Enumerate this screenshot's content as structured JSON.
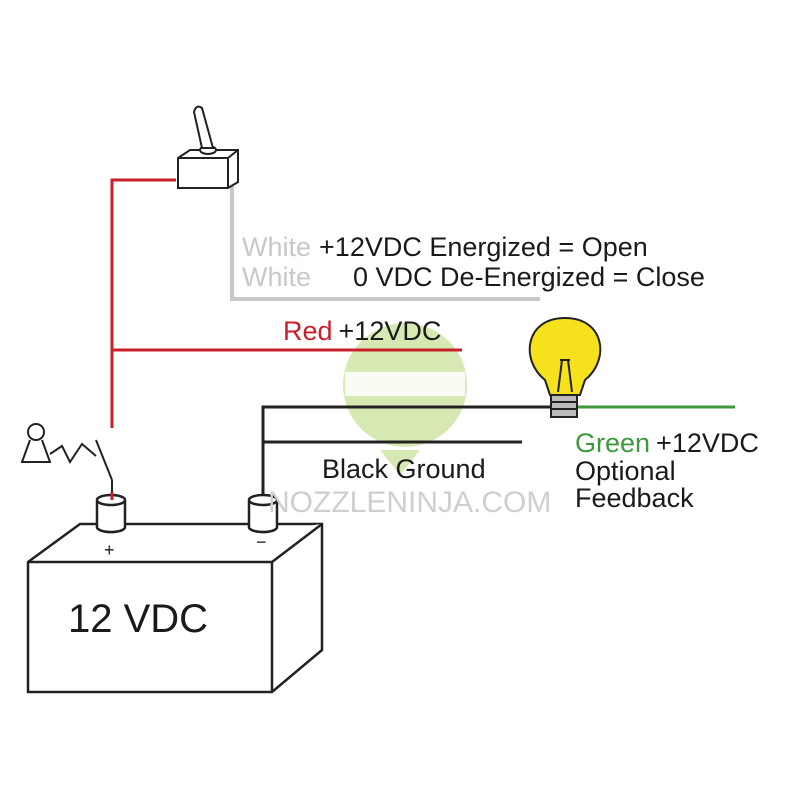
{
  "switch_labels": {
    "line1_color": "White",
    "line1_text": "+12VDC Energized = Open",
    "line2_color": "White",
    "line2_text": "0 VDC De-Energized = Close"
  },
  "red_label": {
    "color_word": "Red",
    "text": "+12VDC"
  },
  "black_label": "Black Ground",
  "green_label": {
    "color_word": "Green",
    "line1": "+12VDC",
    "line2": "Optional",
    "line3": "Feedback"
  },
  "battery": {
    "label": "12 VDC",
    "positive": "+",
    "negative": "−"
  },
  "watermark": "NOZZLENINJA.COM",
  "colors": {
    "red_wire": "#c8202a",
    "white_wire": "#c8c8c8",
    "black_wire": "#222222",
    "green_wire": "#3c9a3c",
    "bulb": "#f5e11c",
    "watermark": "#c9e29a"
  },
  "icons": [
    "toggle-switch-icon",
    "fuse-breaker-icon",
    "light-bulb-icon",
    "battery-icon",
    "ninja-logo-icon"
  ]
}
